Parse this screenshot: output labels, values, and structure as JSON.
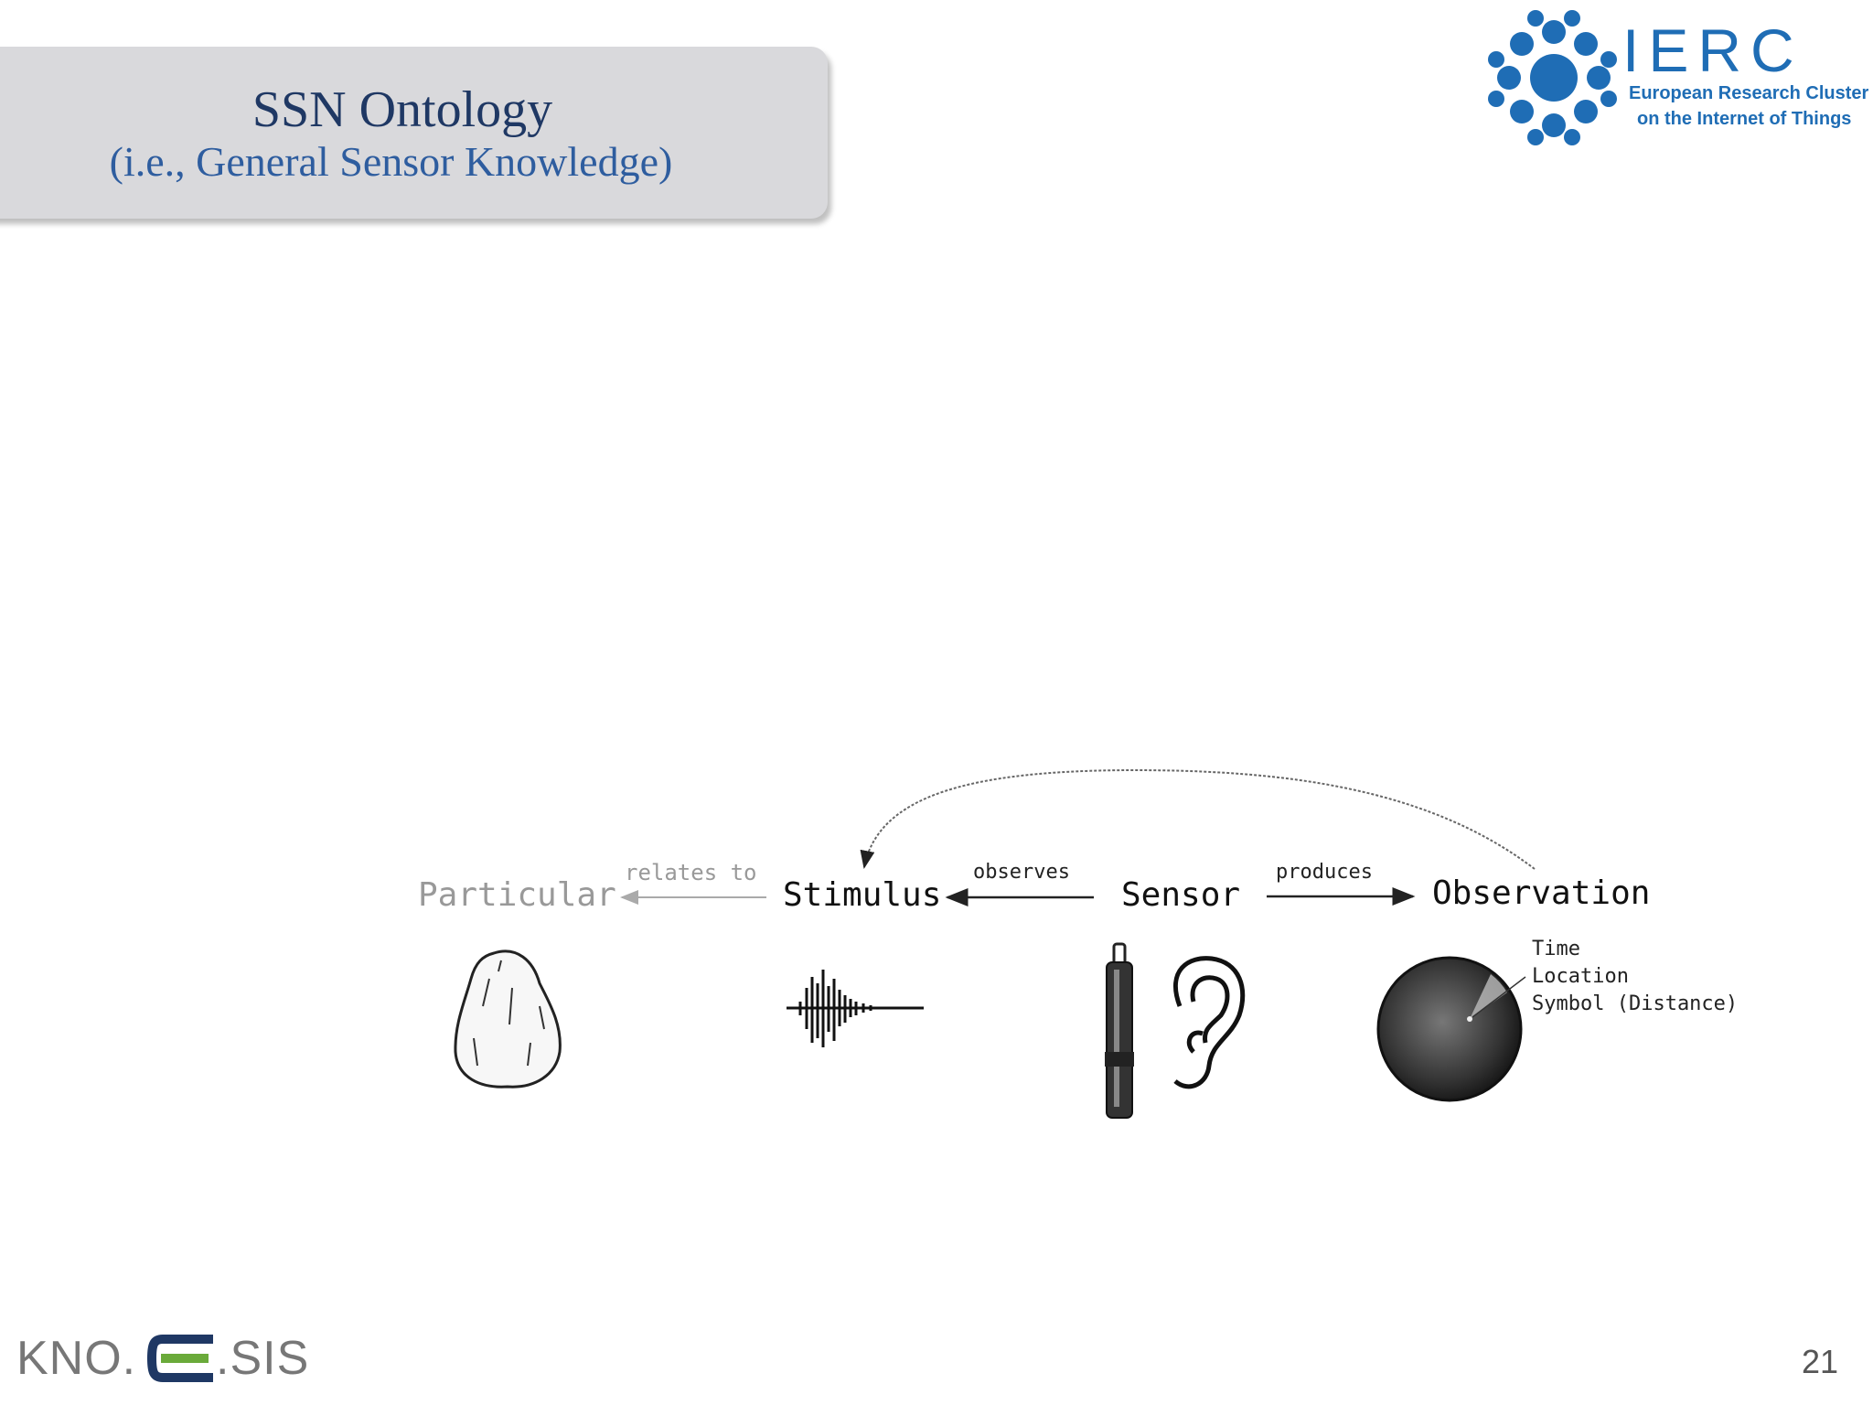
{
  "slide": {
    "title": "SSN Ontology",
    "subtitle": "(i.e., General Sensor Knowledge)",
    "page_number": "21"
  },
  "logos": {
    "ierc_name": "IERC",
    "ierc_line1": "European Research Cluster",
    "ierc_line2": "on the Internet of Things",
    "knoesis_left": "KNO.",
    "knoesis_right": ".SIS"
  },
  "diagram": {
    "nodes": {
      "particular": "Particular",
      "stimulus": "Stimulus",
      "sensor": "Sensor",
      "observation": "Observation"
    },
    "edges": {
      "relates_to": "relates to",
      "observes": "observes",
      "produces": "produces"
    },
    "observation_details": [
      "Time",
      "Location",
      "Symbol (Distance)"
    ],
    "icons": [
      "rock-icon",
      "sound-wave-icon",
      "microphone-icon",
      "ear-icon",
      "radar-icon"
    ]
  },
  "colors": {
    "title_dark": "#1f3864",
    "title_blue": "#2e5d9f",
    "ierc_blue": "#1f6db5",
    "knoesis_green": "#6aaa3a"
  }
}
